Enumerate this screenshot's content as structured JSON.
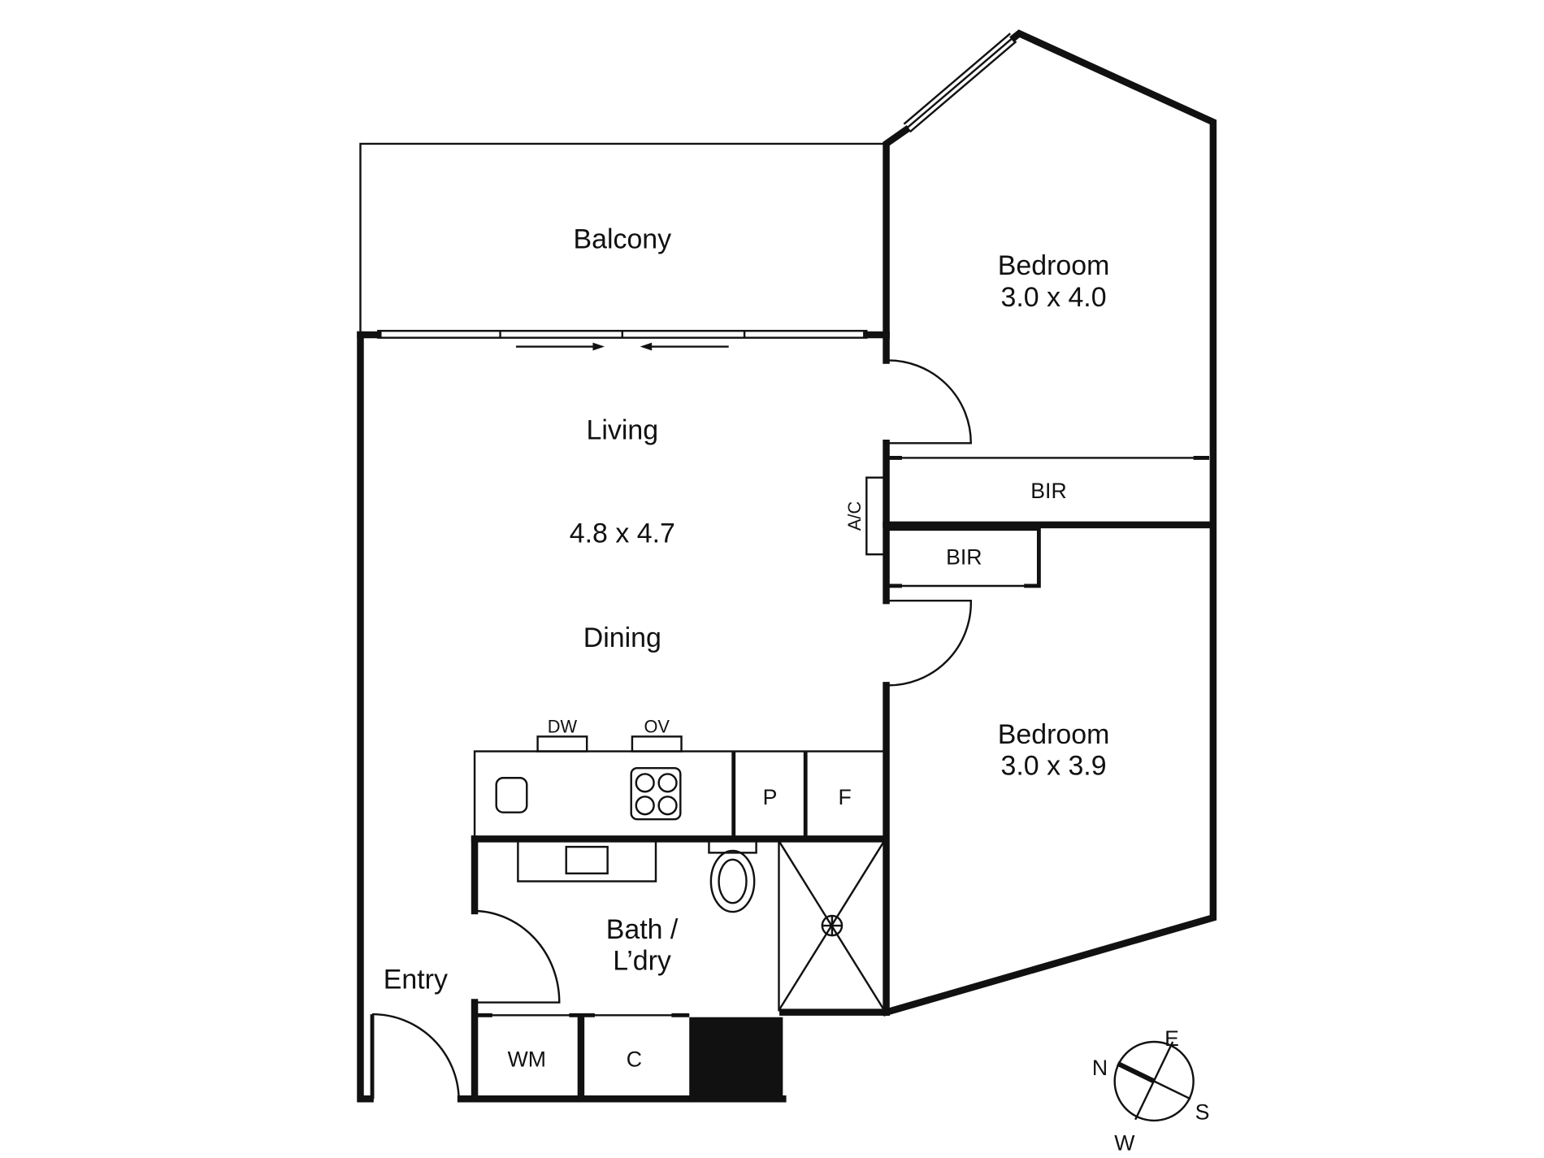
{
  "rooms": {
    "balcony": "Balcony",
    "bedroom1": {
      "name": "Bedroom",
      "size": "3.0 x 4.0"
    },
    "bedroom2": {
      "name": "Bedroom",
      "size": "3.0 x 3.9"
    },
    "living": "Living",
    "living_size": "4.8 x 4.7",
    "dining": "Dining",
    "bir1": "BIR",
    "bir2": "BIR",
    "ac": "A/C",
    "dw": "DW",
    "ov": "OV",
    "pantry": "P",
    "fridge": "F",
    "bath": "Bath /",
    "laundry": "L’dry",
    "entry": "Entry",
    "wm": "WM",
    "cupboard": "C"
  },
  "compass": {
    "n": "N",
    "e": "E",
    "s": "S",
    "w": "W"
  }
}
